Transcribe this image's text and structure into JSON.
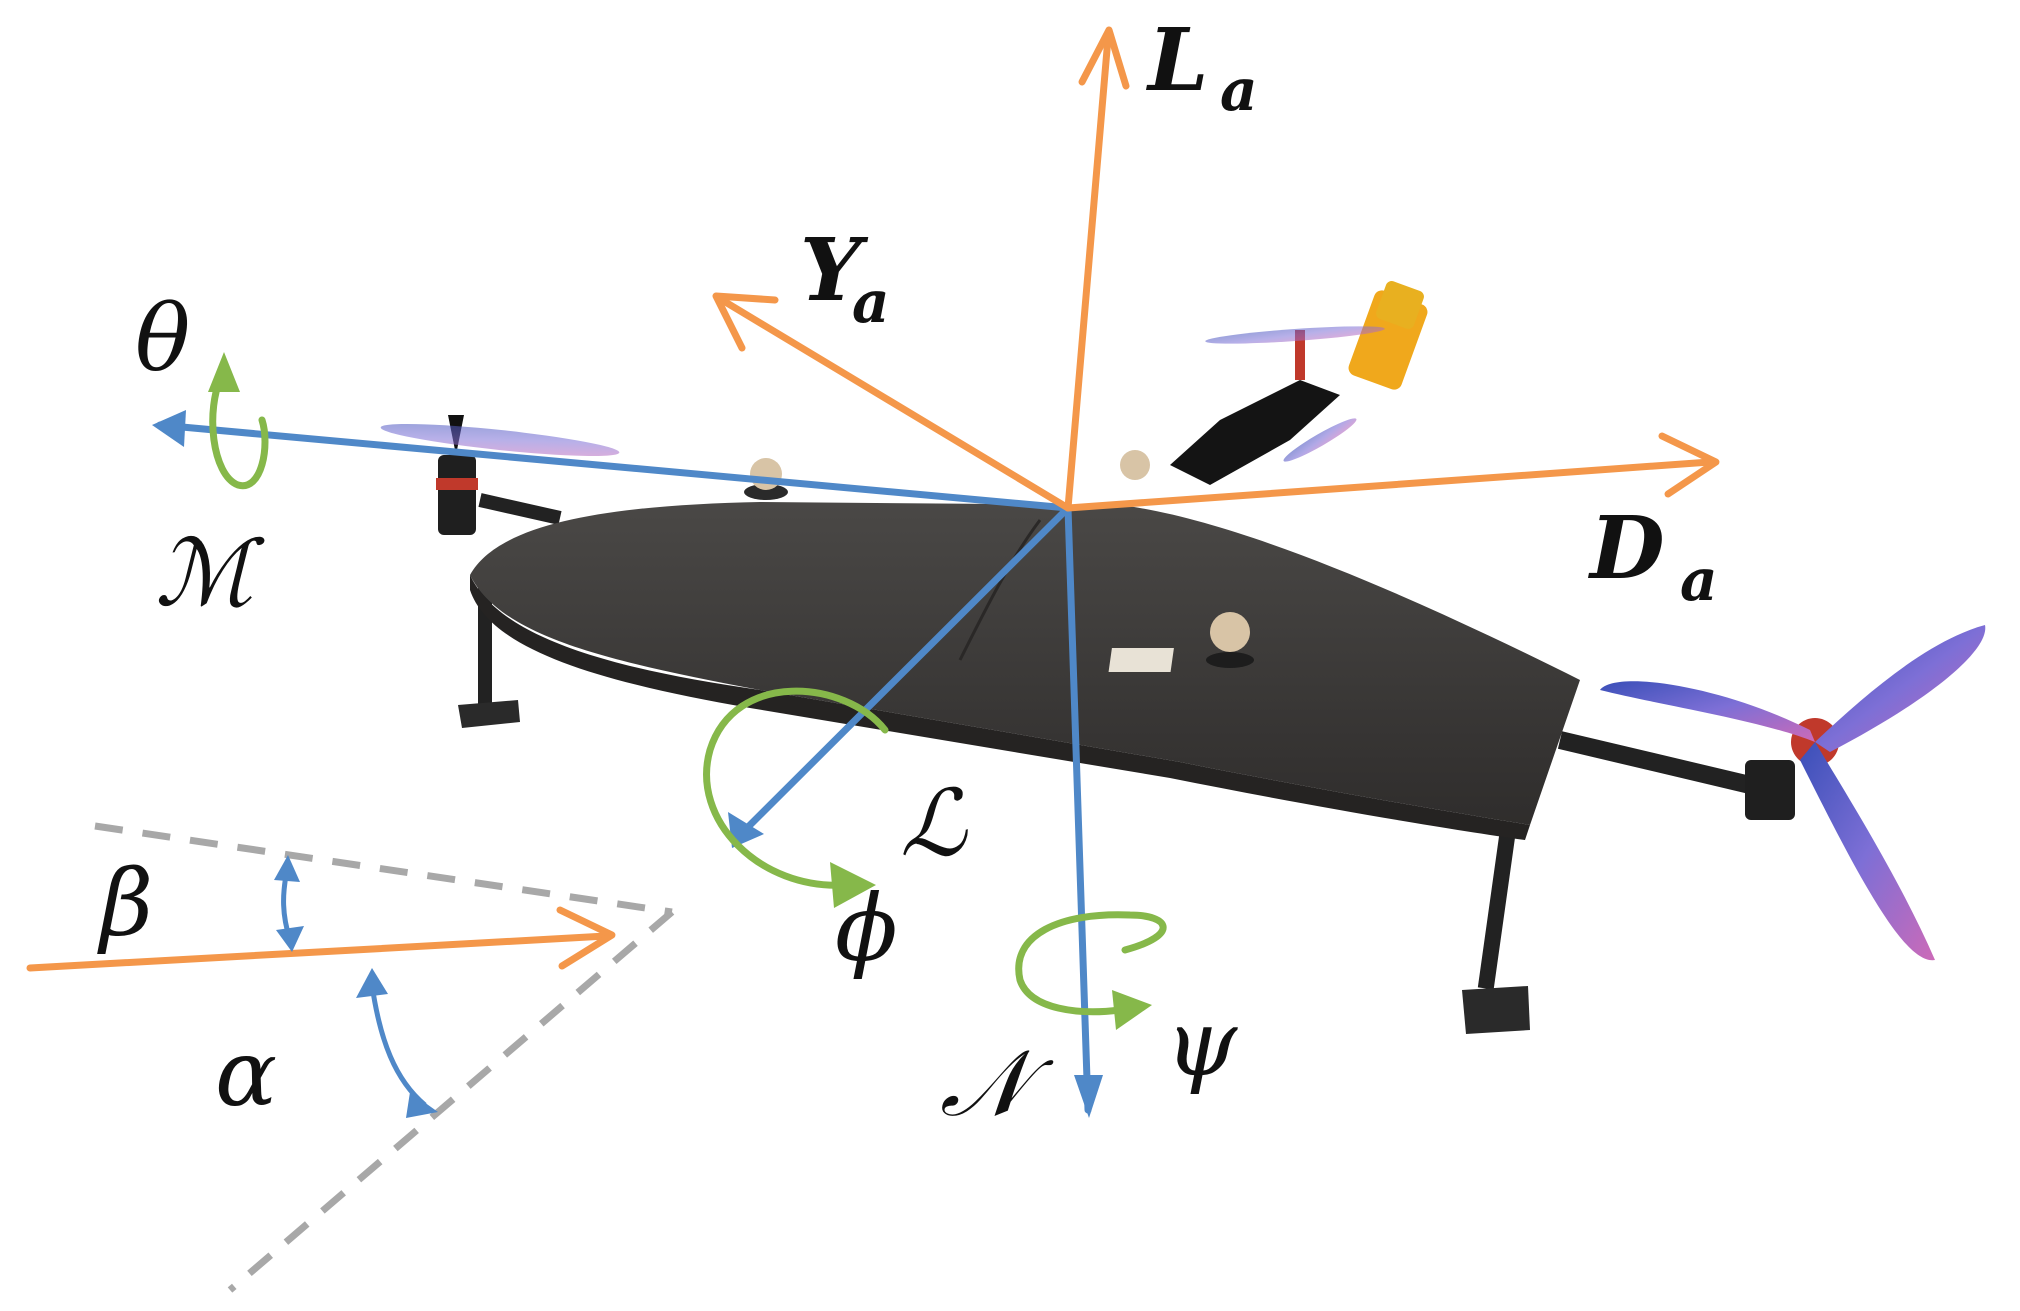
{
  "figure": {
    "labels": {
      "lift": {
        "main": "L",
        "sub": "a"
      },
      "side": {
        "main": "Y",
        "sub": "a"
      },
      "drag": {
        "main": "D",
        "sub": "a"
      },
      "pitch_angle": "θ",
      "pitch_moment": "ℳ",
      "roll_moment": "ℒ",
      "roll_angle": "ϕ",
      "yaw_moment": "𝒩",
      "yaw_angle": "ψ",
      "sideslip": "β",
      "angle_of_attack": "α"
    },
    "colors": {
      "aero_force": "#f4974a",
      "body_axis": "#4f88c8",
      "rotation": "#86b84a",
      "reference_line": "#a8a8a8",
      "wing": "#3f3d3b"
    }
  }
}
